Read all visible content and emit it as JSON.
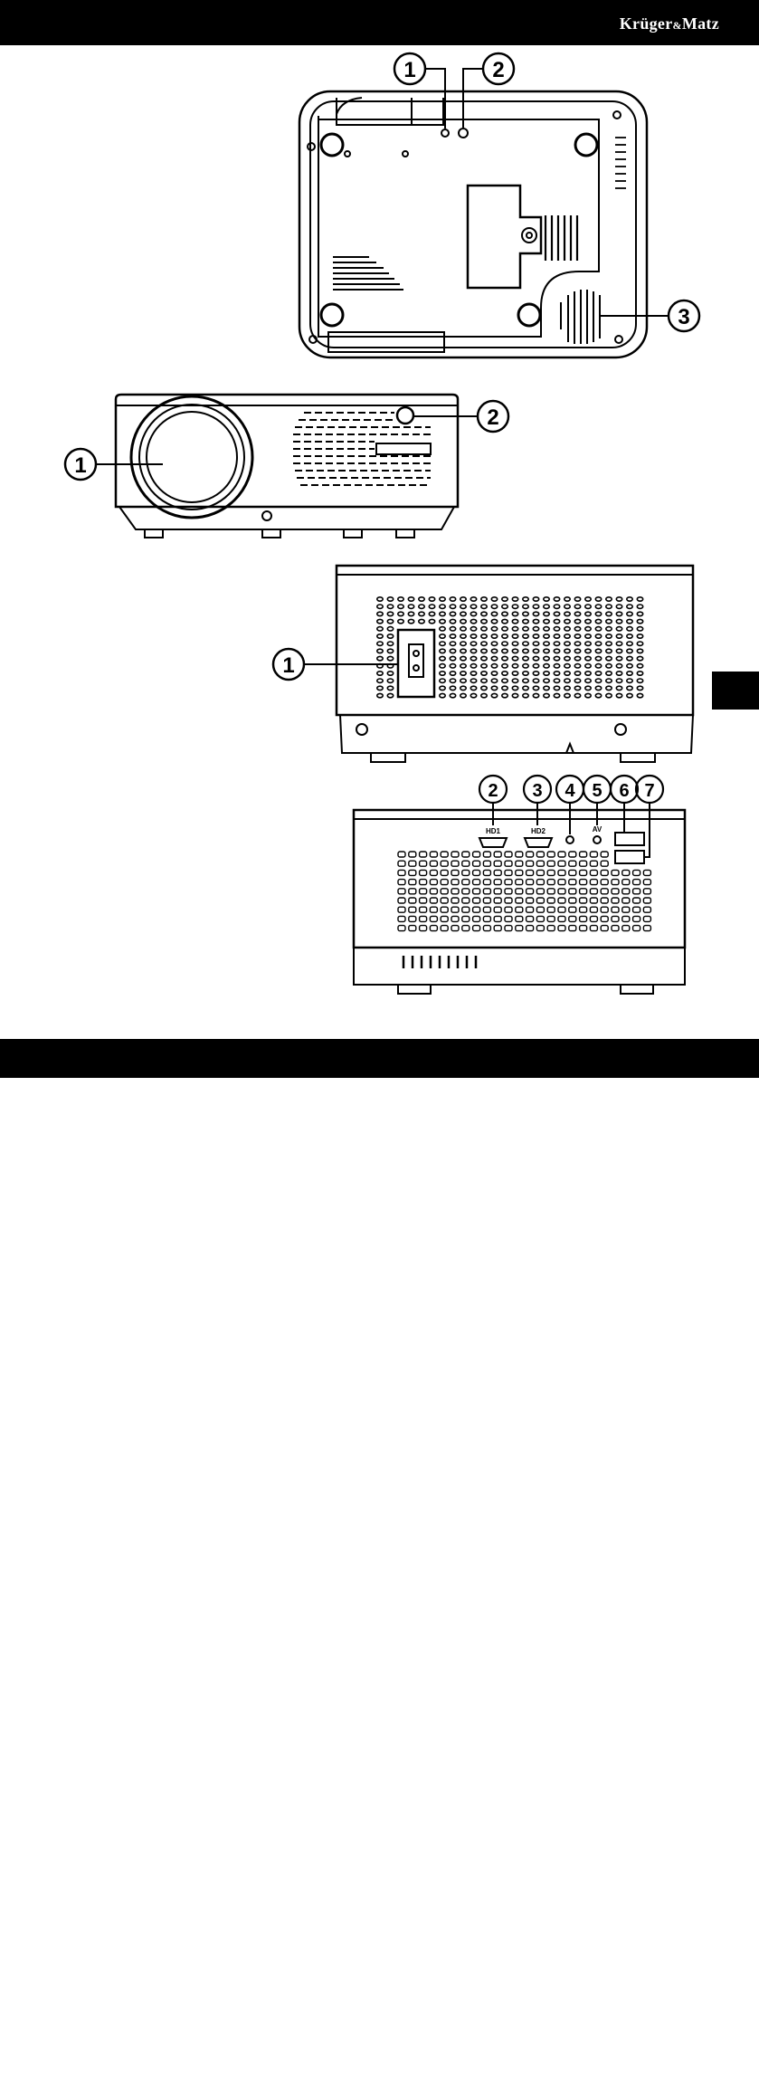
{
  "header": {
    "brand_main": "Krüger",
    "brand_amp": "&",
    "brand_tail": "Matz"
  },
  "figures": {
    "bottom_view": {
      "callouts": [
        "1",
        "2",
        "3"
      ]
    },
    "front_view": {
      "callouts": [
        "1",
        "2"
      ]
    },
    "side_view": {
      "callouts": [
        "1"
      ]
    },
    "rear_view": {
      "callouts": [
        "2",
        "3",
        "4",
        "5",
        "6",
        "7"
      ],
      "port_labels": [
        "HD1",
        "HD2",
        "AV"
      ]
    }
  },
  "footer": {
    "page_number": ""
  }
}
